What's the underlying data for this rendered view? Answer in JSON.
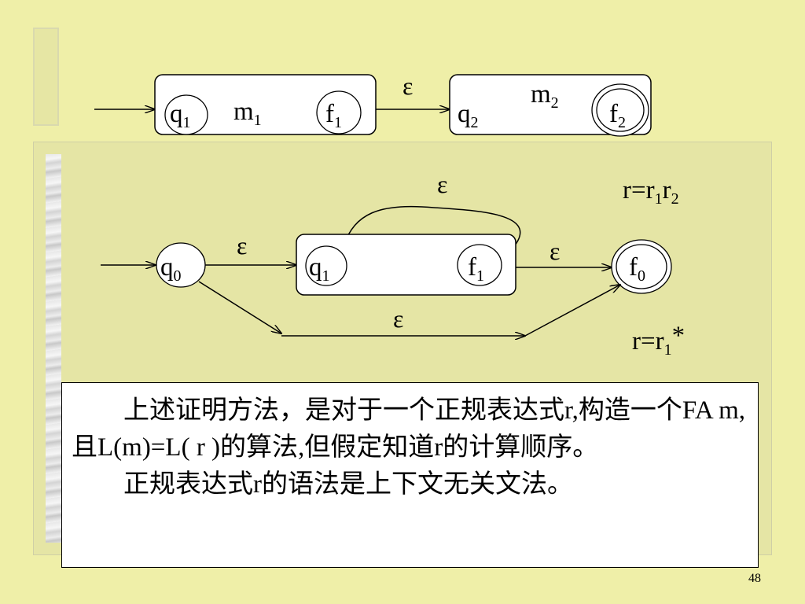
{
  "diagram": {
    "top": {
      "m1_box": {
        "start": "q",
        "start_sub": "1",
        "machine": "m",
        "machine_sub": "1",
        "final": "f",
        "final_sub": "1"
      },
      "link_label": "ε",
      "m2_box": {
        "start": "q",
        "start_sub": "2",
        "machine": "m",
        "machine_sub": "2",
        "final": "f",
        "final_sub": "2"
      }
    },
    "concat": {
      "loop_label": "ε",
      "formula": {
        "lhs": "r=r",
        "sub1": "1",
        "mid": "r",
        "sub2": "2"
      }
    },
    "star": {
      "q0": {
        "name": "q",
        "sub": "0"
      },
      "q1": {
        "name": "q",
        "sub": "1"
      },
      "f1": {
        "name": "f",
        "sub": "1"
      },
      "f0": {
        "name": "f",
        "sub": "0"
      },
      "eps_in": "ε",
      "eps_out": "ε",
      "eps_bypass": "ε",
      "formula": {
        "lhs": "r=r",
        "sub": "1",
        "suffix": "*"
      }
    }
  },
  "textbox": {
    "para1": "上述证明方法，是对于一个正规表达式r,构造一个FA m,且L(m)=L( r )的算法,但假定知道r的计算顺序。",
    "para2": "正规表达式r的语法是上下文无关文法。"
  },
  "page_number": "48"
}
